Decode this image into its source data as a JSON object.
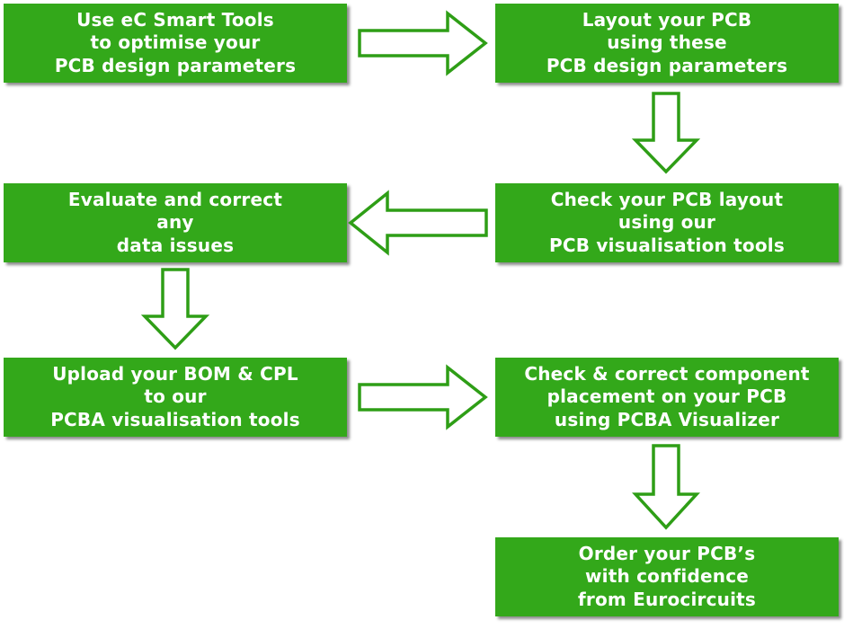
{
  "colors": {
    "box_fill": "#33a81a",
    "arrow_stroke": "#2e9e16",
    "arrow_fill": "#ffffff",
    "text": "#ffffff"
  },
  "steps": [
    {
      "lines": [
        "Use eC Smart Tools",
        "to optimise your",
        "PCB design parameters"
      ]
    },
    {
      "lines": [
        "Layout your PCB",
        "using these",
        "PCB design parameters"
      ]
    },
    {
      "lines": [
        "Check your PCB layout",
        "using our",
        "PCB visualisation tools"
      ]
    },
    {
      "lines": [
        "Evaluate and correct",
        "any",
        "data issues"
      ]
    },
    {
      "lines": [
        "Upload your BOM & CPL",
        "to our",
        "PCBA visualisation tools"
      ]
    },
    {
      "lines": [
        "Check & correct component",
        "placement on your PCB",
        "using PCBA Visualizer"
      ]
    },
    {
      "lines": [
        "Order your PCB’s",
        "with confidence",
        "from Eurocircuits"
      ]
    }
  ]
}
